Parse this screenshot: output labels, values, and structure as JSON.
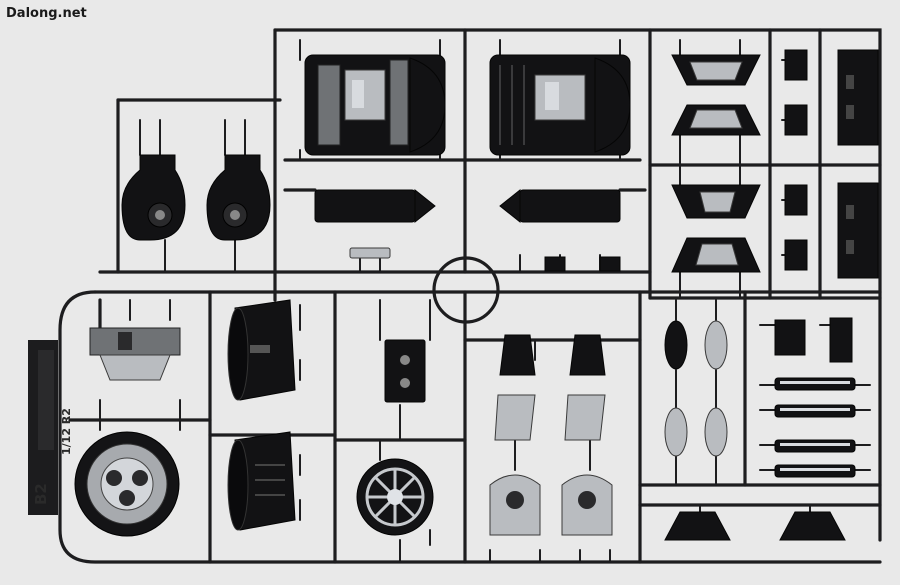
{
  "watermark": "Dalong.net",
  "sprue_tag": {
    "letter": "B2",
    "text": "1/12 R2"
  },
  "colors": {
    "background": "#e9e9e9",
    "runner": "#1d1d1f",
    "part_black": "#121214",
    "part_chrome": "#b9bcc0"
  }
}
